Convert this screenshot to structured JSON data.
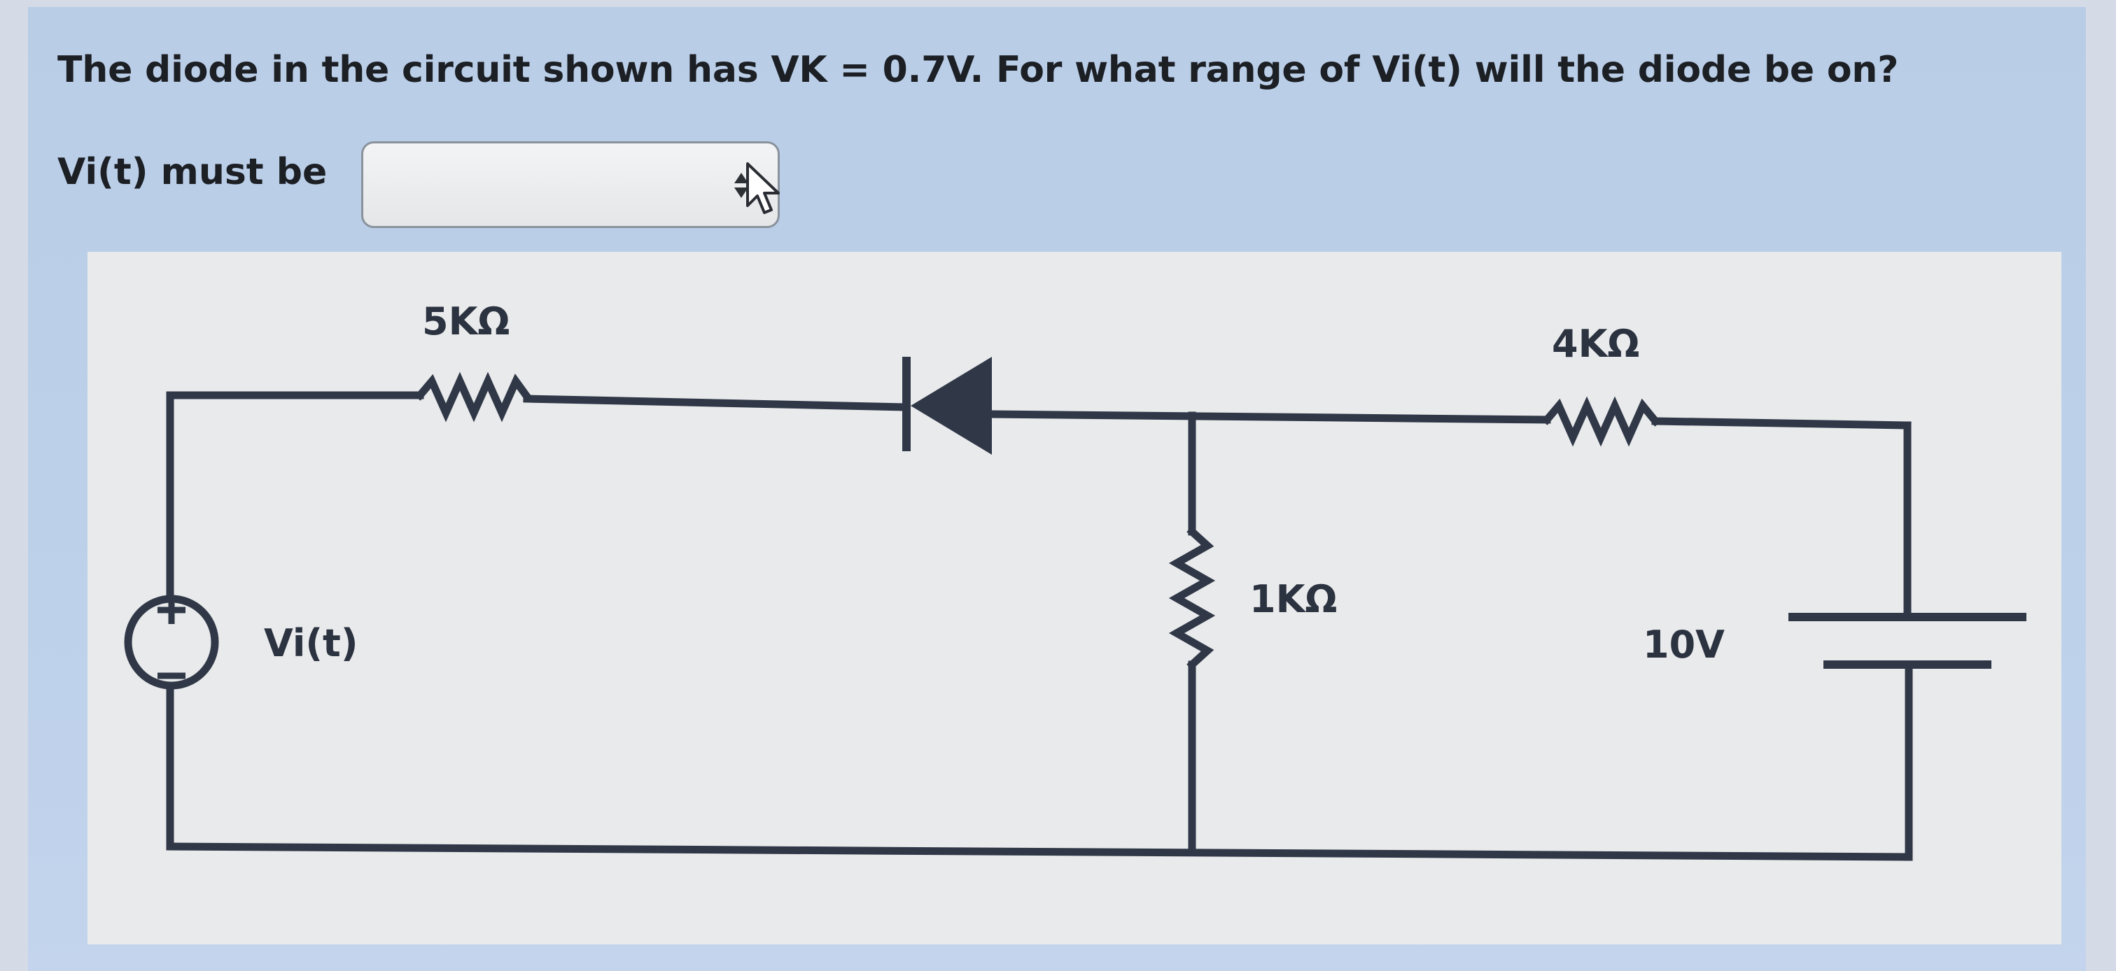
{
  "question": {
    "text": "The diode in the circuit shown has VK = 0.7V. For what range of Vi(t) will the diode be on?"
  },
  "answer": {
    "label": "Vi(t) must be",
    "selected_value": ""
  },
  "circuit": {
    "r1_label": "5KΩ",
    "r2_label": "4KΩ",
    "r3_label": "1KΩ",
    "source_label": "Vi(t)",
    "battery_label": "10V"
  },
  "icons": {
    "select_arrows": "up-down-arrows-icon",
    "cursor": "mouse-pointer-icon",
    "source_plus": "plus-icon",
    "source_minus": "minus-icon"
  },
  "colors": {
    "wire": "#303848",
    "panel": "#bdd0ea",
    "text": "#1c1f24"
  }
}
